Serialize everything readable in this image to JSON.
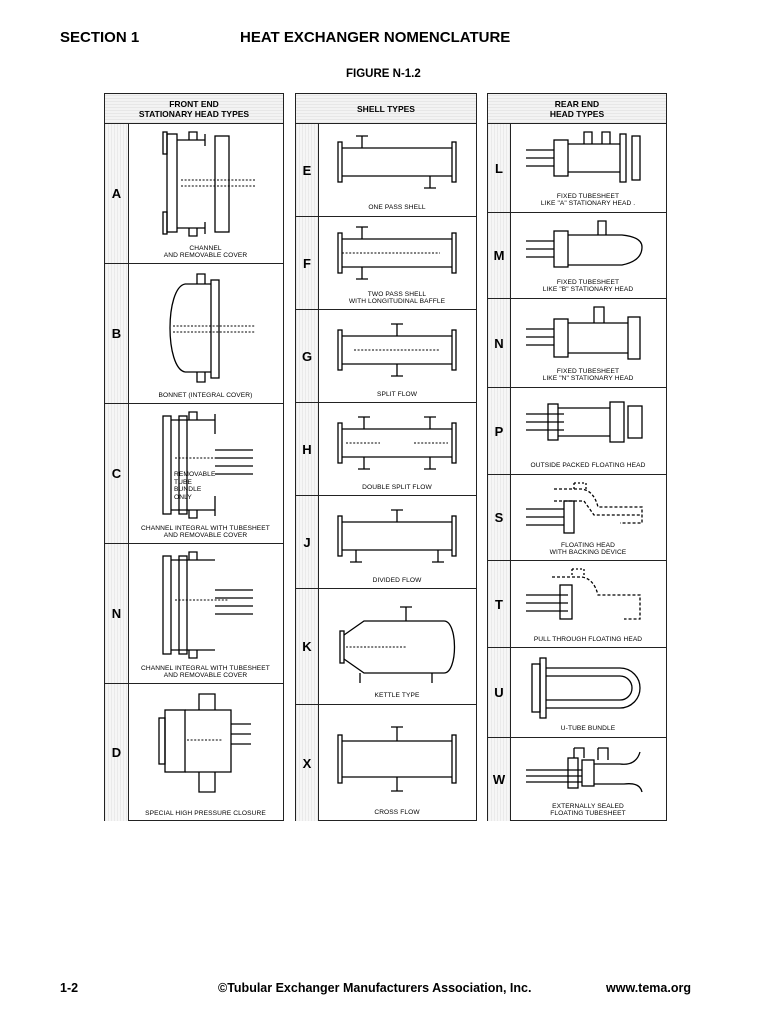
{
  "header": {
    "section": "SECTION 1",
    "title": "HEAT EXCHANGER NOMENCLATURE",
    "figure": "FIGURE N-1.2"
  },
  "front": {
    "heading": "FRONT END\nSTATIONARY HEAD TYPES",
    "rows": [
      {
        "letter": "A",
        "caption": "CHANNEL\nAND REMOVABLE COVER",
        "icon": "channel-removable-cover-icon"
      },
      {
        "letter": "B",
        "caption": "BONNET (INTEGRAL COVER)",
        "icon": "bonnet-icon"
      },
      {
        "letter": "C",
        "caption": "CHANNEL INTEGRAL WITH TUBESHEET\nAND REMOVABLE COVER",
        "note": "REMOVABLE\nTUBE\nBUNDLE\nONLY",
        "icon": "channel-integral-tubesheet-icon"
      },
      {
        "letter": "N",
        "caption": "CHANNEL INTEGRAL WITH TUBESHEET\nAND REMOVABLE COVER",
        "icon": "channel-integral-tubesheet-n-icon"
      },
      {
        "letter": "D",
        "caption": "SPECIAL HIGH PRESSURE CLOSURE",
        "icon": "high-pressure-closure-icon"
      }
    ]
  },
  "shell": {
    "heading": "SHELL TYPES",
    "rows": [
      {
        "letter": "E",
        "caption": "ONE PASS SHELL",
        "icon": "one-pass-shell-icon"
      },
      {
        "letter": "F",
        "caption": "TWO PASS SHELL\nWITH LONGITUDINAL BAFFLE",
        "icon": "two-pass-shell-icon"
      },
      {
        "letter": "G",
        "caption": "SPLIT FLOW",
        "icon": "split-flow-icon"
      },
      {
        "letter": "H",
        "caption": "DOUBLE SPLIT FLOW",
        "icon": "double-split-flow-icon"
      },
      {
        "letter": "J",
        "caption": "DIVIDED FLOW",
        "icon": "divided-flow-icon"
      },
      {
        "letter": "K",
        "caption": "KETTLE TYPE",
        "icon": "kettle-type-icon"
      },
      {
        "letter": "X",
        "caption": "CROSS FLOW",
        "icon": "cross-flow-icon"
      }
    ]
  },
  "rear": {
    "heading": "REAR END\nHEAD TYPES",
    "rows": [
      {
        "letter": "L",
        "caption": "FIXED TUBESHEET\nLIKE \"A\" STATIONARY HEAD .",
        "icon": "fixed-tubesheet-a-icon"
      },
      {
        "letter": "M",
        "caption": "FIXED TUBESHEET\nLIKE \"B\" STATIONARY HEAD",
        "icon": "fixed-tubesheet-b-icon"
      },
      {
        "letter": "N",
        "caption": "FIXED TUBESHEET\nLIKE \"N\" STATIONARY HEAD",
        "icon": "fixed-tubesheet-n-icon"
      },
      {
        "letter": "P",
        "caption": "OUTSIDE PACKED FLOATING HEAD",
        "icon": "outside-packed-floating-head-icon"
      },
      {
        "letter": "S",
        "caption": "FLOATING HEAD\nWITH BACKING DEVICE",
        "icon": "floating-head-backing-device-icon"
      },
      {
        "letter": "T",
        "caption": "PULL THROUGH FLOATING HEAD",
        "icon": "pull-through-floating-head-icon"
      },
      {
        "letter": "U",
        "caption": "U-TUBE BUNDLE",
        "icon": "u-tube-bundle-icon"
      },
      {
        "letter": "W",
        "caption": "EXTERNALLY SEALED\nFLOATING TUBESHEET",
        "icon": "externally-sealed-floating-tubesheet-icon"
      }
    ]
  },
  "footer": {
    "page": "1-2",
    "copyright": "©Tubular Exchanger Manufacturers Association, Inc.",
    "url": "www.tema.org"
  }
}
